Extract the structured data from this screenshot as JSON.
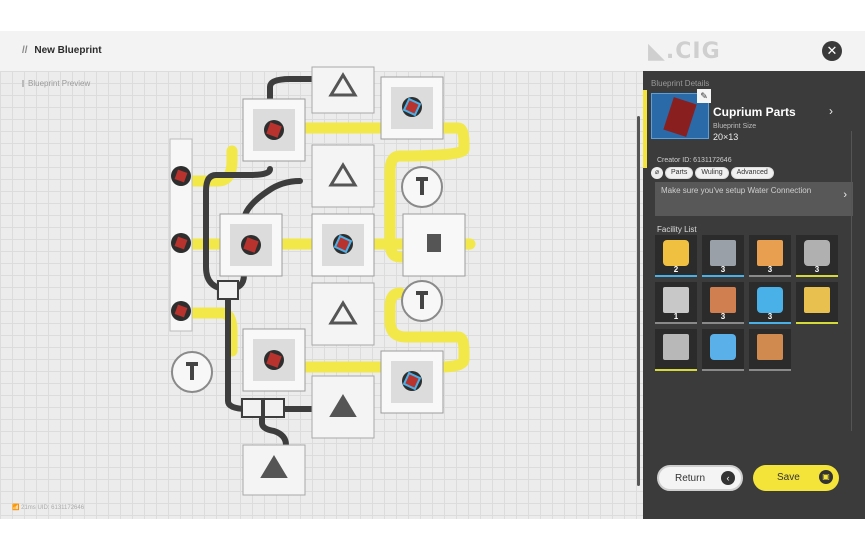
{
  "header": {
    "slashes": "//",
    "title": "New Blueprint",
    "brand": "◣.CIG",
    "close_icon": "close-icon"
  },
  "preview": {
    "label": "Blueprint Preview",
    "footer_left": "📶 21ms   UID: 6131172646"
  },
  "details": {
    "label": "Blueprint Details",
    "name": "Cuprium Parts",
    "size_label": "Blueprint Size",
    "size": "20×13",
    "creator": "Creator ID: 6131172646",
    "tags": [
      "Parts",
      "Wuling",
      "Advanced"
    ],
    "notice": "Make sure you've setup Water Connection",
    "facility_label": "Facility List",
    "facilities": [
      {
        "count": "2",
        "icon": "arrow-up-icon",
        "color": "#f0c040",
        "rarity": "blue"
      },
      {
        "count": "3",
        "icon": "machine-icon",
        "color": "#9aa0a8",
        "rarity": "blue"
      },
      {
        "count": "3",
        "icon": "crusher-icon",
        "color": "#e8a050",
        "rarity": "gray"
      },
      {
        "count": "3",
        "icon": "tower-icon",
        "color": "#b0b0b0",
        "rarity": "yellow"
      },
      {
        "count": "1",
        "icon": "tank-icon",
        "color": "#c8c8c8",
        "rarity": "gray"
      },
      {
        "count": "3",
        "icon": "furnace-icon",
        "color": "#d08050",
        "rarity": "gray"
      },
      {
        "count": "3",
        "icon": "splitter-icon",
        "color": "#4ab0e8",
        "rarity": "blue"
      },
      {
        "count": "",
        "icon": "junction-icon",
        "color": "#e8c050",
        "rarity": "yellow"
      },
      {
        "count": "",
        "icon": "connector-icon",
        "color": "#b8b8b8",
        "rarity": "yellow"
      },
      {
        "count": "",
        "icon": "pipe-icon",
        "color": "#5ab0e8",
        "rarity": "gray"
      },
      {
        "count": "",
        "icon": "plate-icon",
        "color": "#d08a50",
        "rarity": "gray"
      }
    ]
  },
  "actions": {
    "return_label": "Return",
    "save_label": "Save"
  }
}
